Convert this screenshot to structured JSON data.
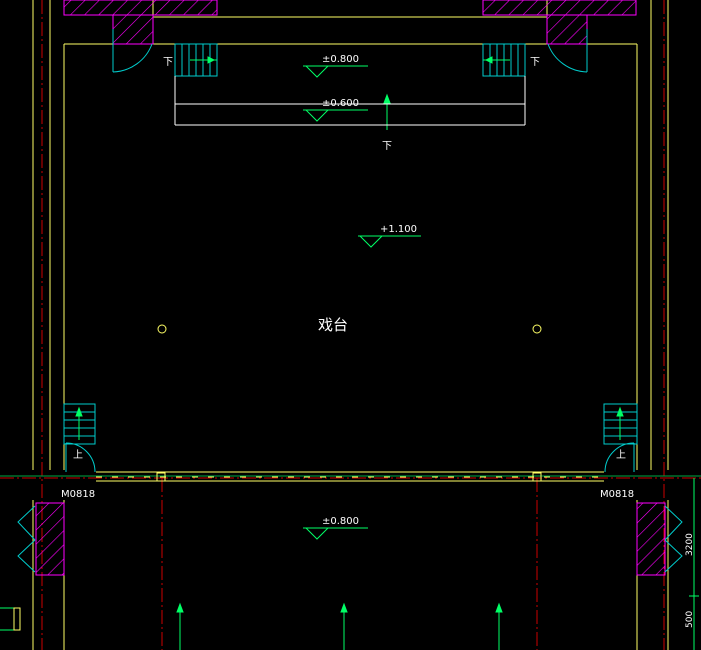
{
  "colors": {
    "background": "#000000",
    "wall": "#ffff66",
    "axis": "#cc0000",
    "hatch": "#ff00ff",
    "stair": "#00cccc",
    "elev": "#00ff66",
    "text": "#ffffff",
    "column": "#ffff66"
  },
  "drawing": {
    "room_name": "戏台",
    "stair_down_label": "下",
    "stair_up_label": "上",
    "elevations": {
      "top_landing": "±0.800",
      "mid_step": "±0.600",
      "stage": "+1.100",
      "bottom": "±0.800"
    },
    "door_tags": {
      "left": "M0818",
      "right": "M0818"
    },
    "dimensions": {
      "upper": "3200",
      "lower": "500"
    }
  }
}
